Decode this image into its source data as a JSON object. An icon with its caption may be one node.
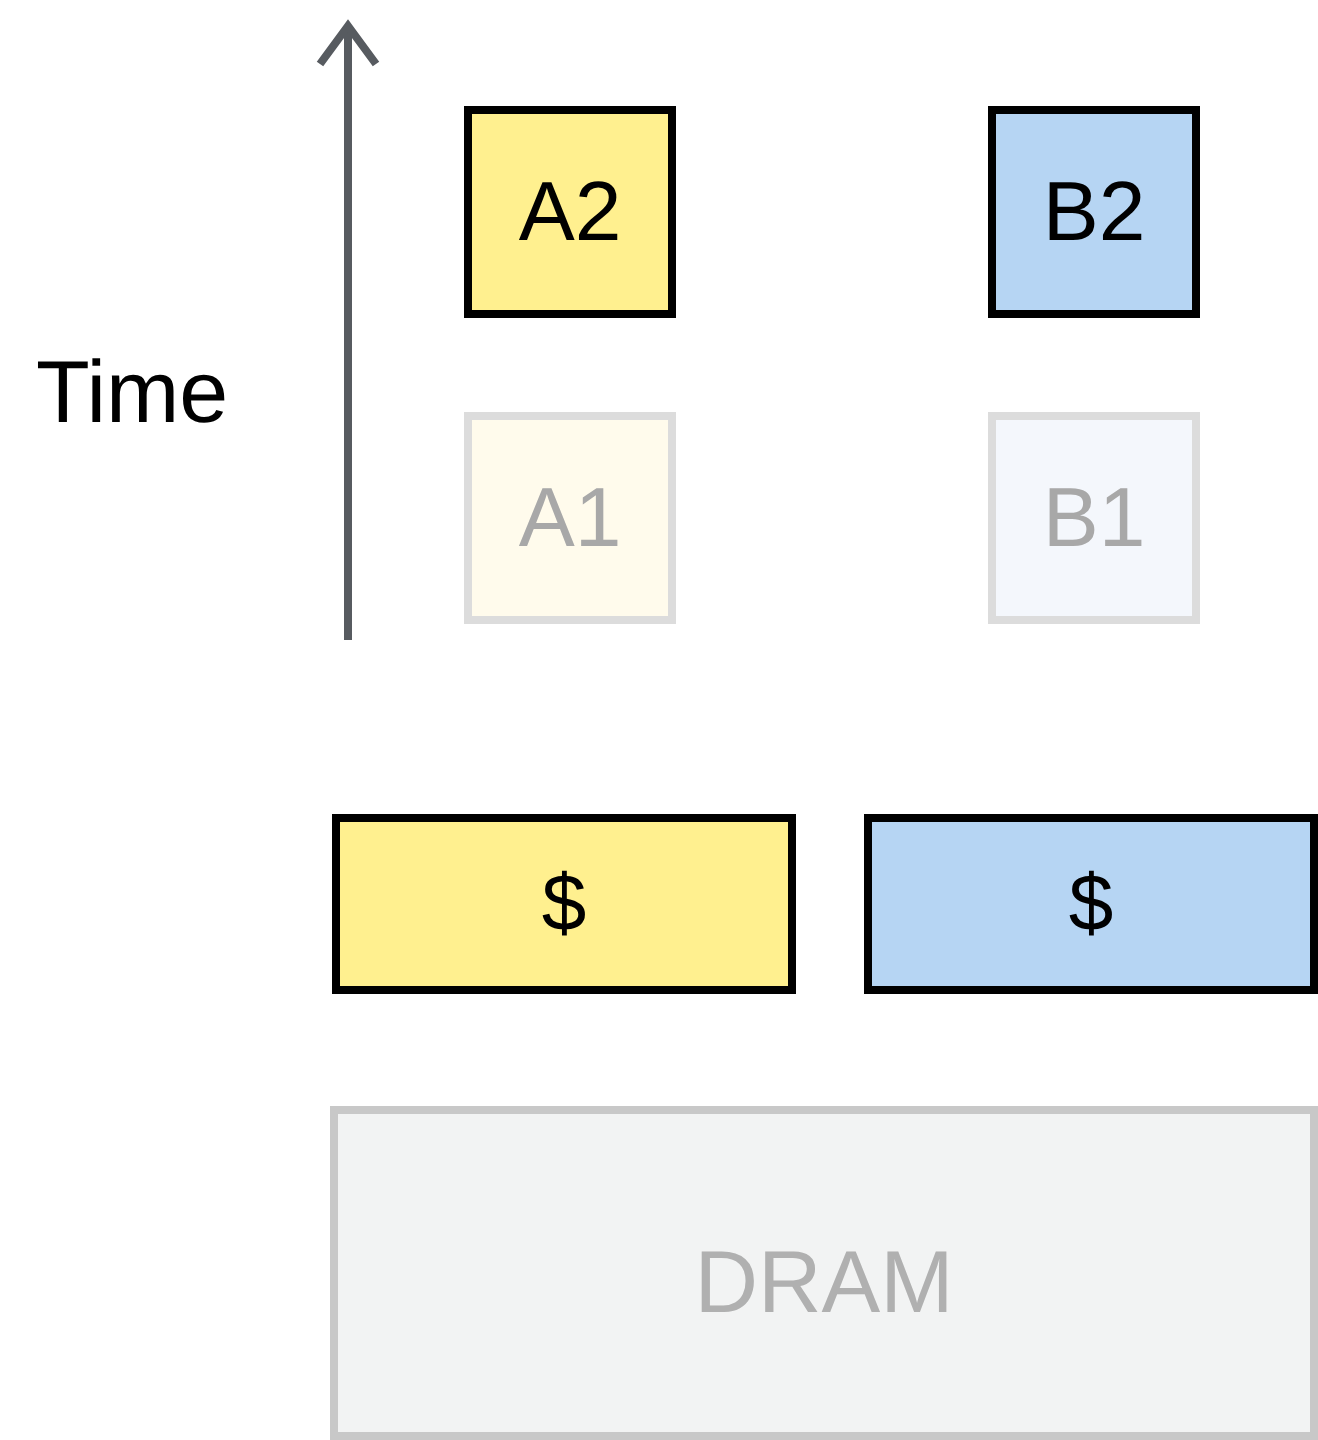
{
  "diagram": {
    "nodes": [
      {
        "text": [
          "A2"
        ]
      },
      {
        "text": [
          "B2"
        ]
      },
      {
        "text": [
          "A1"
        ]
      },
      {
        "text": [
          "B1"
        ]
      },
      {
        "text": [
          "$"
        ]
      },
      {
        "text": [
          "$"
        ]
      },
      {
        "text": [
          "DRAM"
        ]
      }
    ],
    "labels": [
      "Time"
    ]
  }
}
